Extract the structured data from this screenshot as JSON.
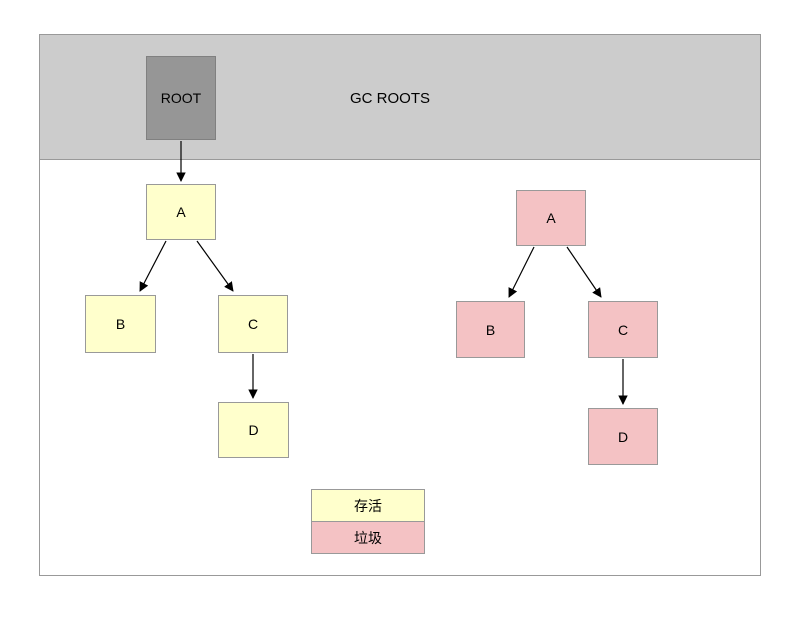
{
  "header": {
    "root_label": "ROOT",
    "title": "GC ROOTS"
  },
  "live_tree": {
    "a": "A",
    "b": "B",
    "c": "C",
    "d": "D"
  },
  "garbage_tree": {
    "a": "A",
    "b": "B",
    "c": "C",
    "d": "D"
  },
  "legend": {
    "live": "存活",
    "garbage": "垃圾"
  },
  "edges": {
    "live": [
      "ROOT→A",
      "A→B",
      "A→C",
      "C→D"
    ],
    "garbage": [
      "A→B",
      "A→C",
      "C→D"
    ]
  },
  "colors": {
    "header_fill": "#cccccc",
    "root_fill": "#969696",
    "live_fill": "#ffffcc",
    "garbage_fill": "#f4c2c4",
    "border": "#999999",
    "arrow": "#000000"
  }
}
